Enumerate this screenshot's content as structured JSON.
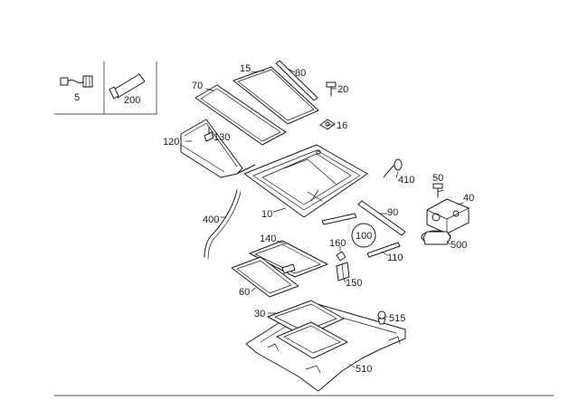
{
  "callouts": [
    {
      "id": "p5",
      "text": "5"
    },
    {
      "id": "p200",
      "text": "200"
    },
    {
      "id": "p15",
      "text": "15"
    },
    {
      "id": "p80",
      "text": "80"
    },
    {
      "id": "p70",
      "text": "70"
    },
    {
      "id": "p20",
      "text": "20"
    },
    {
      "id": "p16",
      "text": "16"
    },
    {
      "id": "p120",
      "text": "120"
    },
    {
      "id": "p130",
      "text": "130"
    },
    {
      "id": "p410",
      "text": "410"
    },
    {
      "id": "p50",
      "text": "50"
    },
    {
      "id": "p40",
      "text": "40"
    },
    {
      "id": "p400",
      "text": "400"
    },
    {
      "id": "p10",
      "text": "10"
    },
    {
      "id": "p90",
      "text": "90"
    },
    {
      "id": "p100",
      "text": "100"
    },
    {
      "id": "p500",
      "text": "500"
    },
    {
      "id": "p140",
      "text": "140"
    },
    {
      "id": "p160",
      "text": "160"
    },
    {
      "id": "p110",
      "text": "110"
    },
    {
      "id": "p150",
      "text": "150"
    },
    {
      "id": "p60",
      "text": "60"
    },
    {
      "id": "p30",
      "text": "30"
    },
    {
      "id": "p515",
      "text": "515"
    },
    {
      "id": "p510",
      "text": "510"
    }
  ]
}
